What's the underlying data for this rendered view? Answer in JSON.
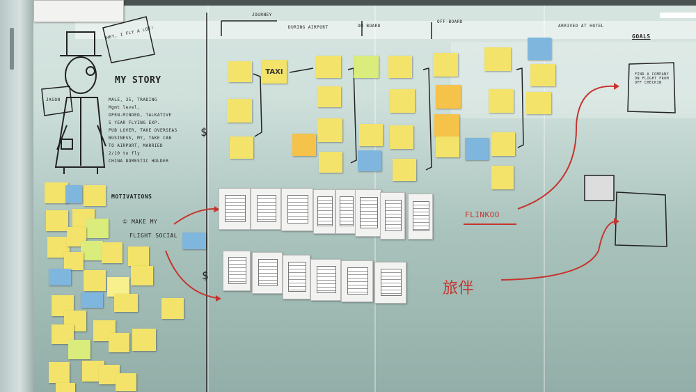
{
  "photo": {
    "story_heading": "MY STORY",
    "character_name": "JASON",
    "speech_bubble": "HEY, I FLY A LOT!",
    "story_lines": [
      "MALE, 35, TRADING",
      "Mgmt level,",
      "OPEN-MINDED, TALKATIVE",
      "5 YEAR FLYING EXP.",
      "PUB LOVER, TAKE OVERSEAS",
      "BUSINESS, MY, TAKE CAB",
      "TO AIRPORT, MARRIED",
      "2/10 to fly",
      "CHINA DOMESTIC HOLDER"
    ],
    "motivations_heading": "MOTIVATIONS",
    "motivation_1": "① MAKE MY",
    "motivation_1b": "FLIGHT SOCIAL",
    "journey_heading": "JOURNEY",
    "stage_labels": [
      "DURING AIRPORT",
      "ON BOARD",
      "OFF-BOARD",
      "ARRIVED AT HOTEL"
    ],
    "taxi_note": "TAXI",
    "goals_heading": "GOALS",
    "goal_1": "FIND A COMPANY ON FLIGHT FROM OFF CHECKIN",
    "product_name": "FLINKOO",
    "chinese_label": "旅伴",
    "dollar_sign": "$"
  }
}
